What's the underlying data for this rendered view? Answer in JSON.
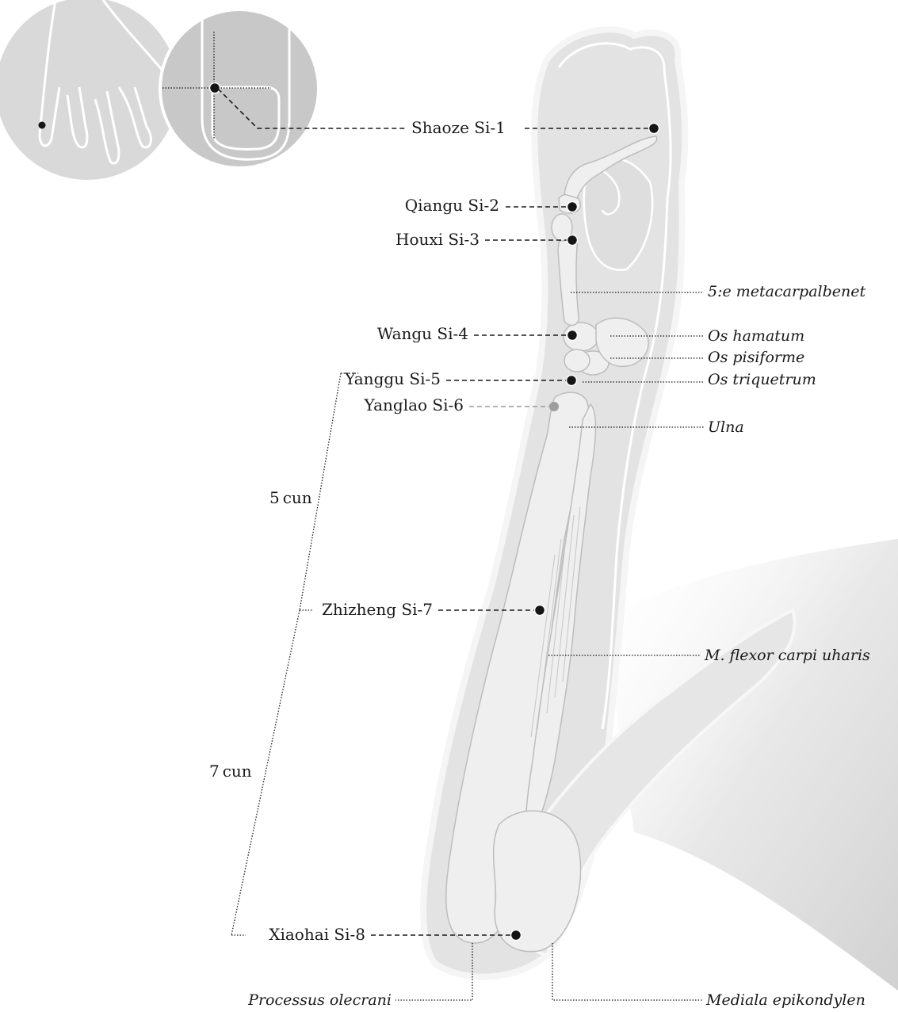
{
  "acupoints": [
    {
      "id": "si1",
      "label": "Shaoze Si-1"
    },
    {
      "id": "si2",
      "label": "Qiangu Si-2"
    },
    {
      "id": "si3",
      "label": "Houxi Si-3"
    },
    {
      "id": "si4",
      "label": "Wangu Si-4"
    },
    {
      "id": "si5",
      "label": "Yanggu Si-5"
    },
    {
      "id": "si6",
      "label": "Yanglao Si-6"
    },
    {
      "id": "si7",
      "label": "Zhizheng Si-7"
    },
    {
      "id": "si8",
      "label": "Xiaohai Si-8"
    }
  ],
  "anatomy": {
    "metacarpal": "5:e metacarpalbenet",
    "hamatum": "Os hamatum",
    "pisiforme": "Os pisiforme",
    "triquetrum": "Os triquetrum",
    "ulna": "Ulna",
    "flexor": "M. flexor carpi uharis",
    "olecranon": "Processus olecrani",
    "epicondyle": "Mediala epikondylen"
  },
  "measurements": {
    "upper": "5 cun",
    "lower": "7 cun"
  },
  "colors": {
    "ink": "#1a1a1a",
    "point": "#151515",
    "point_hidden": "#9e9e9e",
    "bone": "#efefef",
    "skin": "#e2e2e2",
    "inset_bg": "#cfcfcf"
  }
}
